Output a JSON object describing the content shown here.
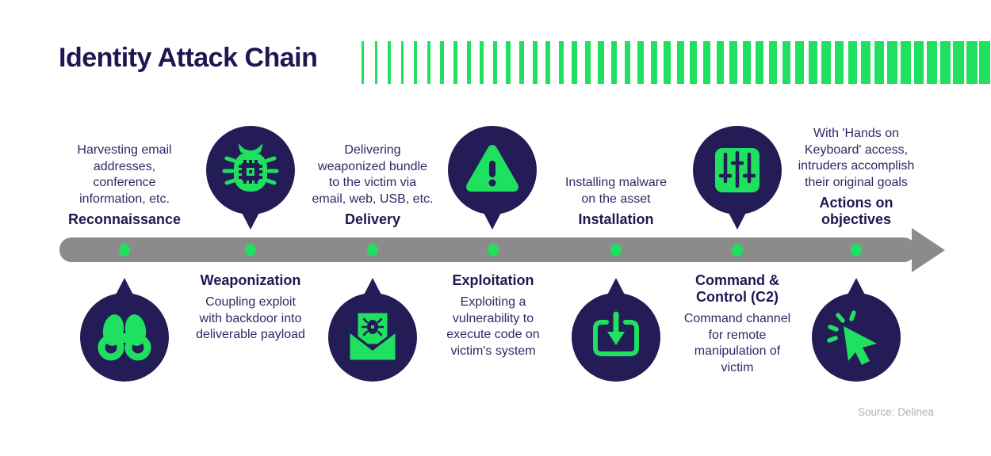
{
  "title": "Identity Attack Chain",
  "source_credit": "Source: Delinea",
  "colors": {
    "bubble_navy": "#241C56",
    "accent_green": "#1FE05F",
    "timeline_gray": "#8B8B8B",
    "heading_navy": "#1E1852",
    "body_navy": "#2E2966",
    "source_gray": "#B2B2B2"
  },
  "stages": [
    {
      "name": "Reconnaissance",
      "description": "Harvesting email\naddresses,\nconference\ninformation, etc.",
      "icon": "binoculars-icon",
      "text_side": "above"
    },
    {
      "name": "Weaponization",
      "description": "Coupling exploit\nwith backdoor into\ndeliverable payload",
      "icon": "bug-icon",
      "text_side": "below"
    },
    {
      "name": "Delivery",
      "description": "Delivering\nweaponized bundle\nto the victim via\nemail, web, USB, etc.",
      "icon": "envelope-bug-icon",
      "text_side": "above"
    },
    {
      "name": "Exploitation",
      "description": "Exploiting a\nvulnerability to\nexecute code on\nvictim's system",
      "icon": "warning-triangle-icon",
      "text_side": "below"
    },
    {
      "name": "Installation",
      "description": "Installing malware\non the asset",
      "icon": "download-tray-icon",
      "text_side": "above"
    },
    {
      "name": "Command &\nControl (C2)",
      "description": "Command channel\nfor remote\nmanipulation of\nvictim",
      "icon": "sliders-icon",
      "text_side": "below"
    },
    {
      "name": "Actions on\nobjectives",
      "description": "With 'Hands on\nKeyboard' access,\nintruders accomplish\ntheir original goals",
      "icon": "cursor-click-icon",
      "text_side": "above"
    }
  ]
}
